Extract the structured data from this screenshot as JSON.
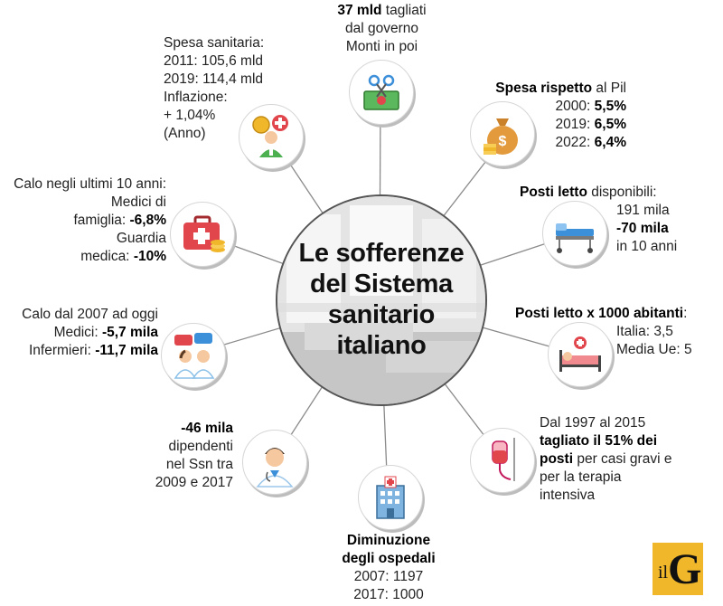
{
  "center_title_lines": [
    "Le sofferenze",
    "del Sistema",
    "sanitario",
    "italiano"
  ],
  "governo": {
    "bold": "37 mld",
    "rest": " tagliati",
    "line2": "dal governo",
    "line3": "Monti in poi"
  },
  "spesa_sanitaria": {
    "line1": "Spesa sanitaria:",
    "line2": "2011: 105,6 mld",
    "line3": "2019: 114,4 mld",
    "line4": "Inflazione:",
    "line5": "+ 1,04%",
    "line6": "(Anno)"
  },
  "pil": {
    "bold": "Spesa rispetto",
    "rest": " al Pil",
    "r1_label": "2000: ",
    "r1_value": "5,5%",
    "r2_label": "2019: ",
    "r2_value": "6,5%",
    "r3_label": "2022: ",
    "r3_value": "6,4%"
  },
  "calo_medici": {
    "line1": "Calo negli ultimi 10 anni:",
    "line2": "Medici di",
    "line3_label": "famiglia: ",
    "line3_value": "-6,8%",
    "line4": "Guardia",
    "line5_label": "medica: ",
    "line5_value": "-10%"
  },
  "posti_letto": {
    "bold": "Posti letto",
    "rest": " disponibili:",
    "line2": "191 mila",
    "line3": "-70 mila",
    "line4": "in 10 anni"
  },
  "calo_2007": {
    "line1": "Calo dal 2007 ad oggi",
    "line2_label": "Medici: ",
    "line2_value": "-5,7 mila",
    "line3_label": "Infermieri: ",
    "line3_value": "-11,7 mila"
  },
  "posti_abitanti": {
    "bold": "Posti letto x 1000 abitanti",
    "rest": ":",
    "line2": "Italia: 3,5",
    "line3": "Media Ue: 5"
  },
  "dipendenti": {
    "bold": "-46 mila",
    "line2": "dipendenti",
    "line3": "nel Ssn tra",
    "line4": "2009 e 2017"
  },
  "terapia": {
    "line1": "Dal 1997 al 2015",
    "bold1": "tagliato il 51% dei",
    "bold2": "posti",
    "rest2": " per casi gravi e",
    "line4": "per la terapia",
    "line5": "intensiva"
  },
  "ospedali": {
    "bold1": "Diminuzione",
    "bold2": "degli ospedali",
    "line3": "2007: 1197",
    "line4": "2017: 1000"
  },
  "logo": {
    "il": "il",
    "g": "G"
  },
  "icons": [
    "money-cut-icon",
    "doctor-coins-icon",
    "money-bag-icon",
    "first-aid-kit-icon",
    "hospital-bed-icon",
    "chat-doctors-icon",
    "bed-patient-icon",
    "male-doctor-icon",
    "iv-drip-icon",
    "hospital-building-icon"
  ],
  "colors": {
    "accent_red": "#e0464c",
    "accent_gold": "#f0b72a",
    "accent_green": "#4caf50",
    "accent_blue": "#3c8fd9"
  }
}
